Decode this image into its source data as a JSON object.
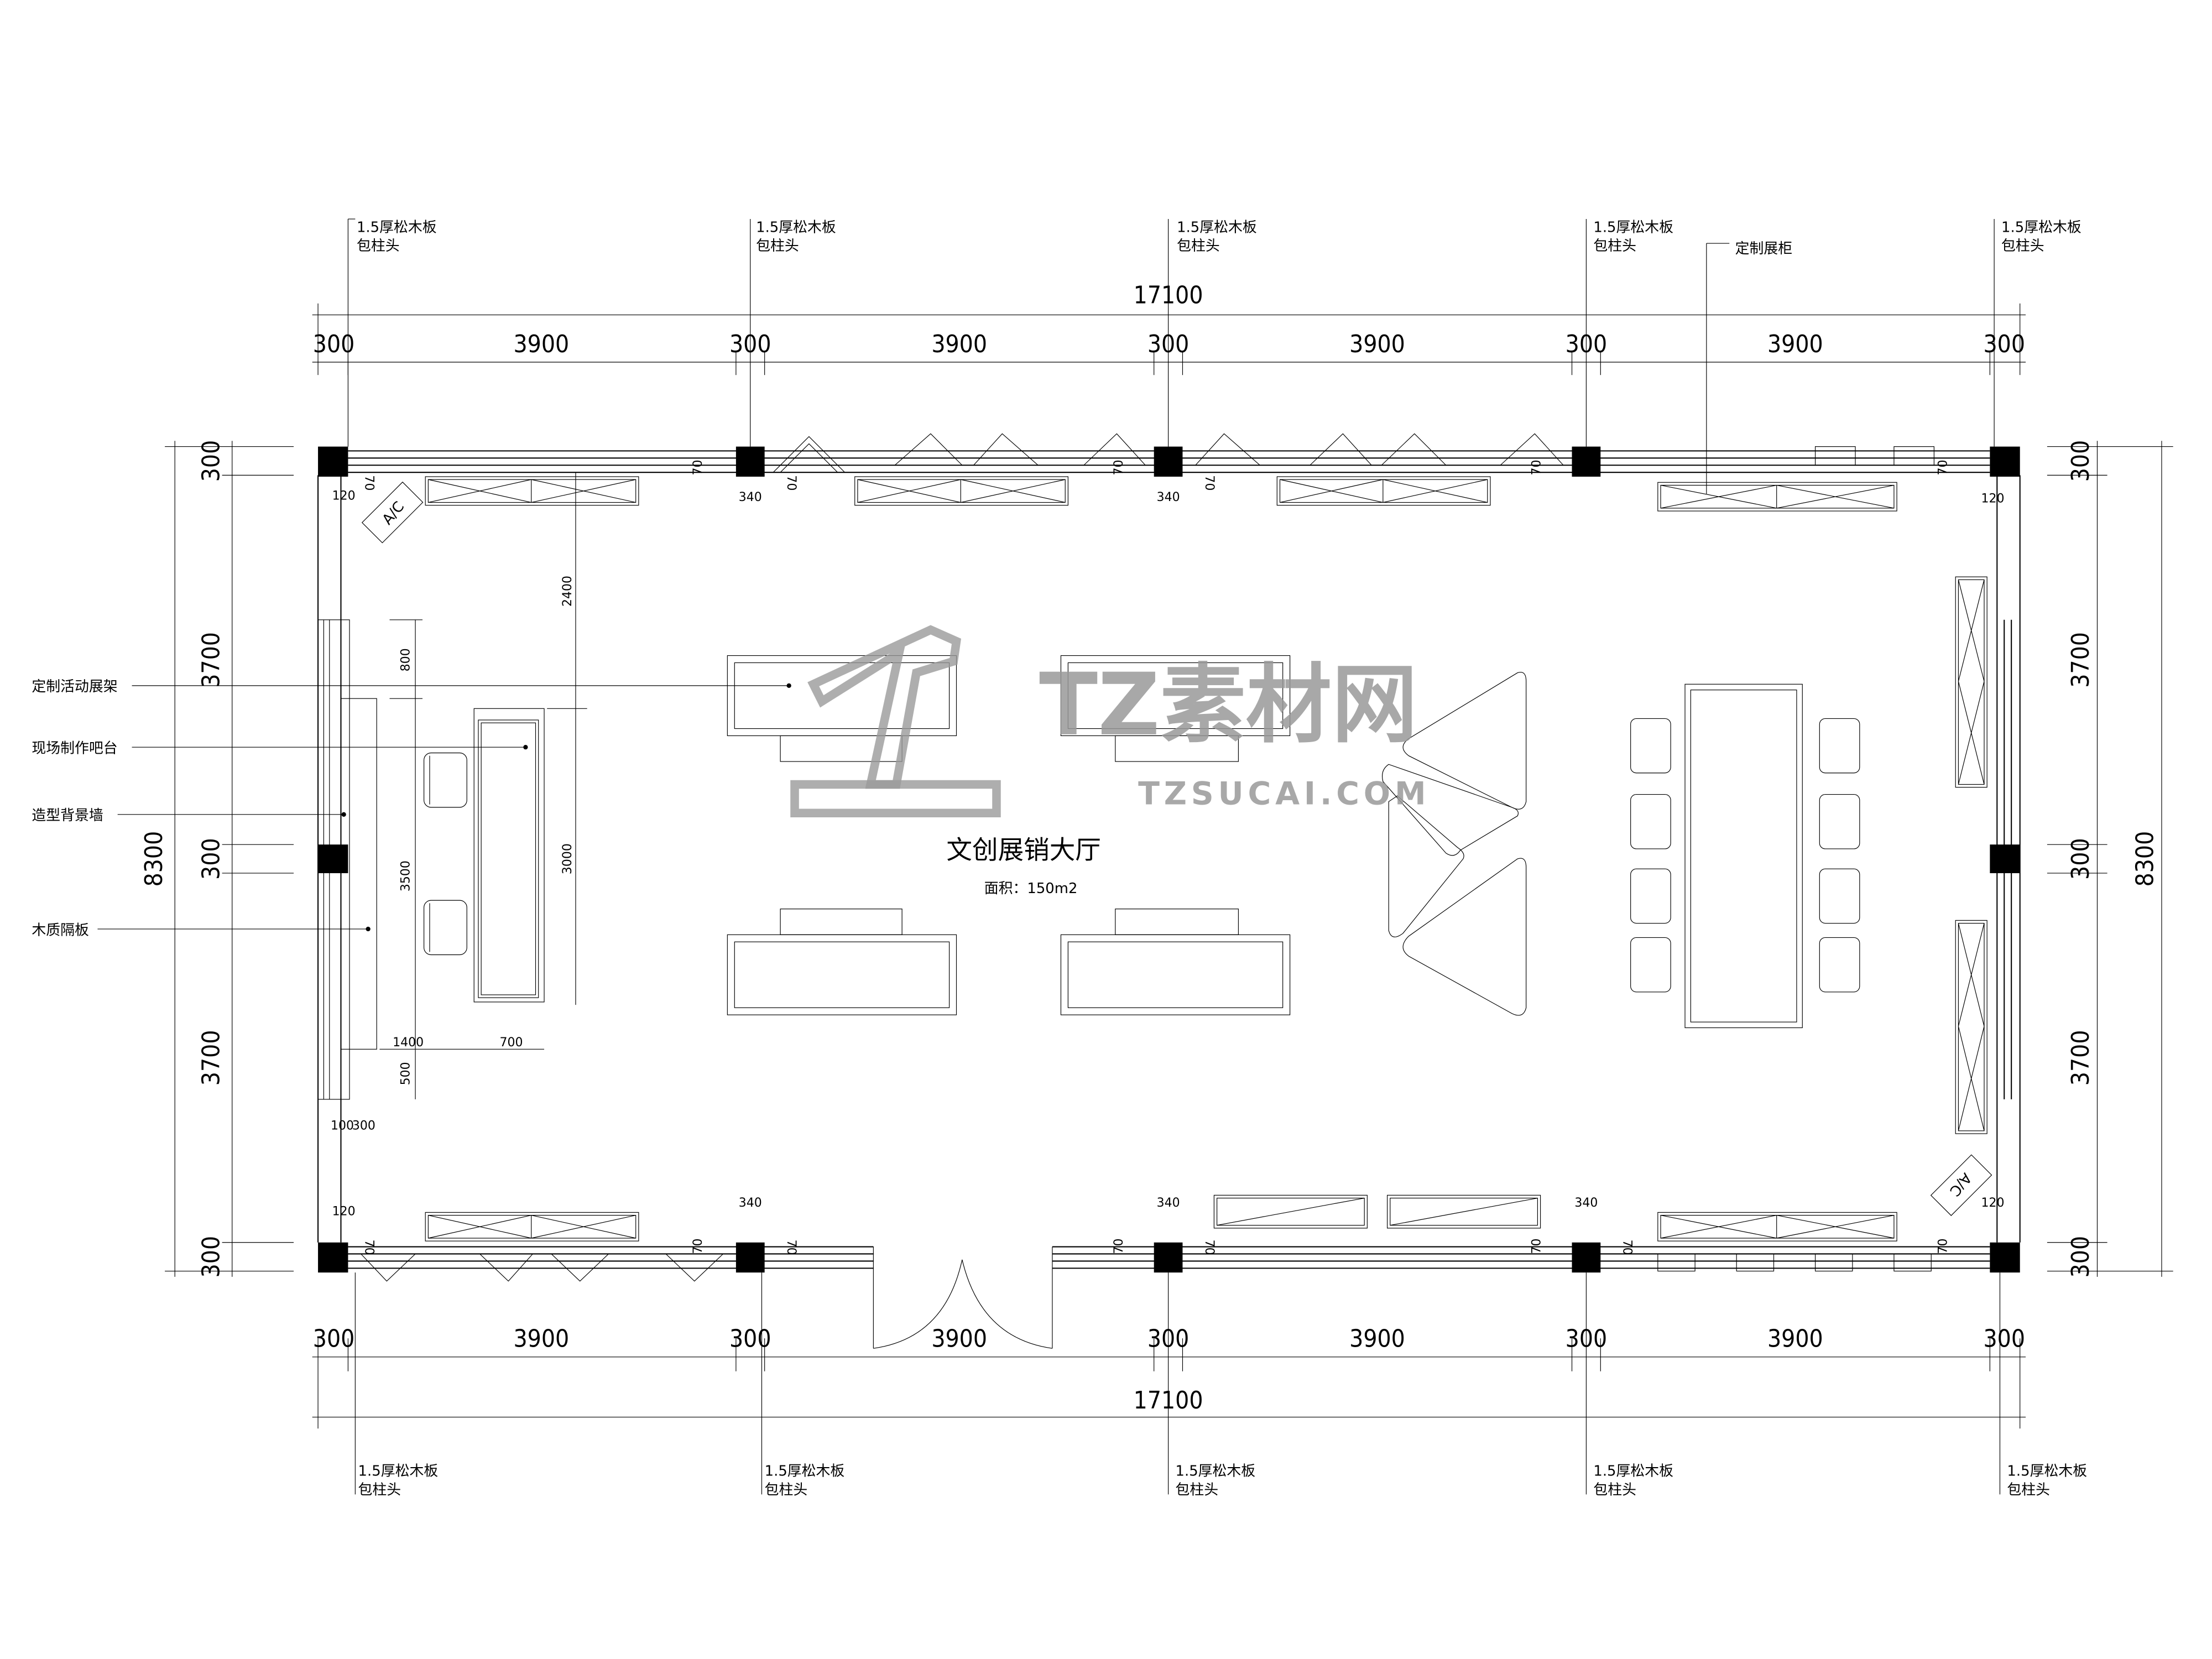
{
  "room": {
    "name": "文创展销大厅",
    "area": "面积：150m2"
  },
  "watermark": {
    "brand": "TZ素材网",
    "url": "TZSUCAI.COM"
  },
  "column_note": {
    "line1": "1.5厚松木板",
    "line2": "包柱头"
  },
  "cabinet_note": "定制展柜",
  "left_notes": [
    "定制活动展架",
    "现场制作吧台",
    "造型背景墙",
    "木质隔板"
  ],
  "ac_label": "A/C",
  "dims": {
    "total_width": "17100",
    "column": "300",
    "bay": "3900",
    "total_depth": "8300",
    "half_depth": "3700",
    "d120": "120",
    "d70": "70",
    "d340": "340",
    "d2400": "2400",
    "d800": "800",
    "d3000": "3000",
    "d3500": "3500",
    "d1400": "1400",
    "d700": "700",
    "d500": "500",
    "d100": "100"
  },
  "colors": {
    "line": "#000000",
    "watermark": "#999999"
  }
}
